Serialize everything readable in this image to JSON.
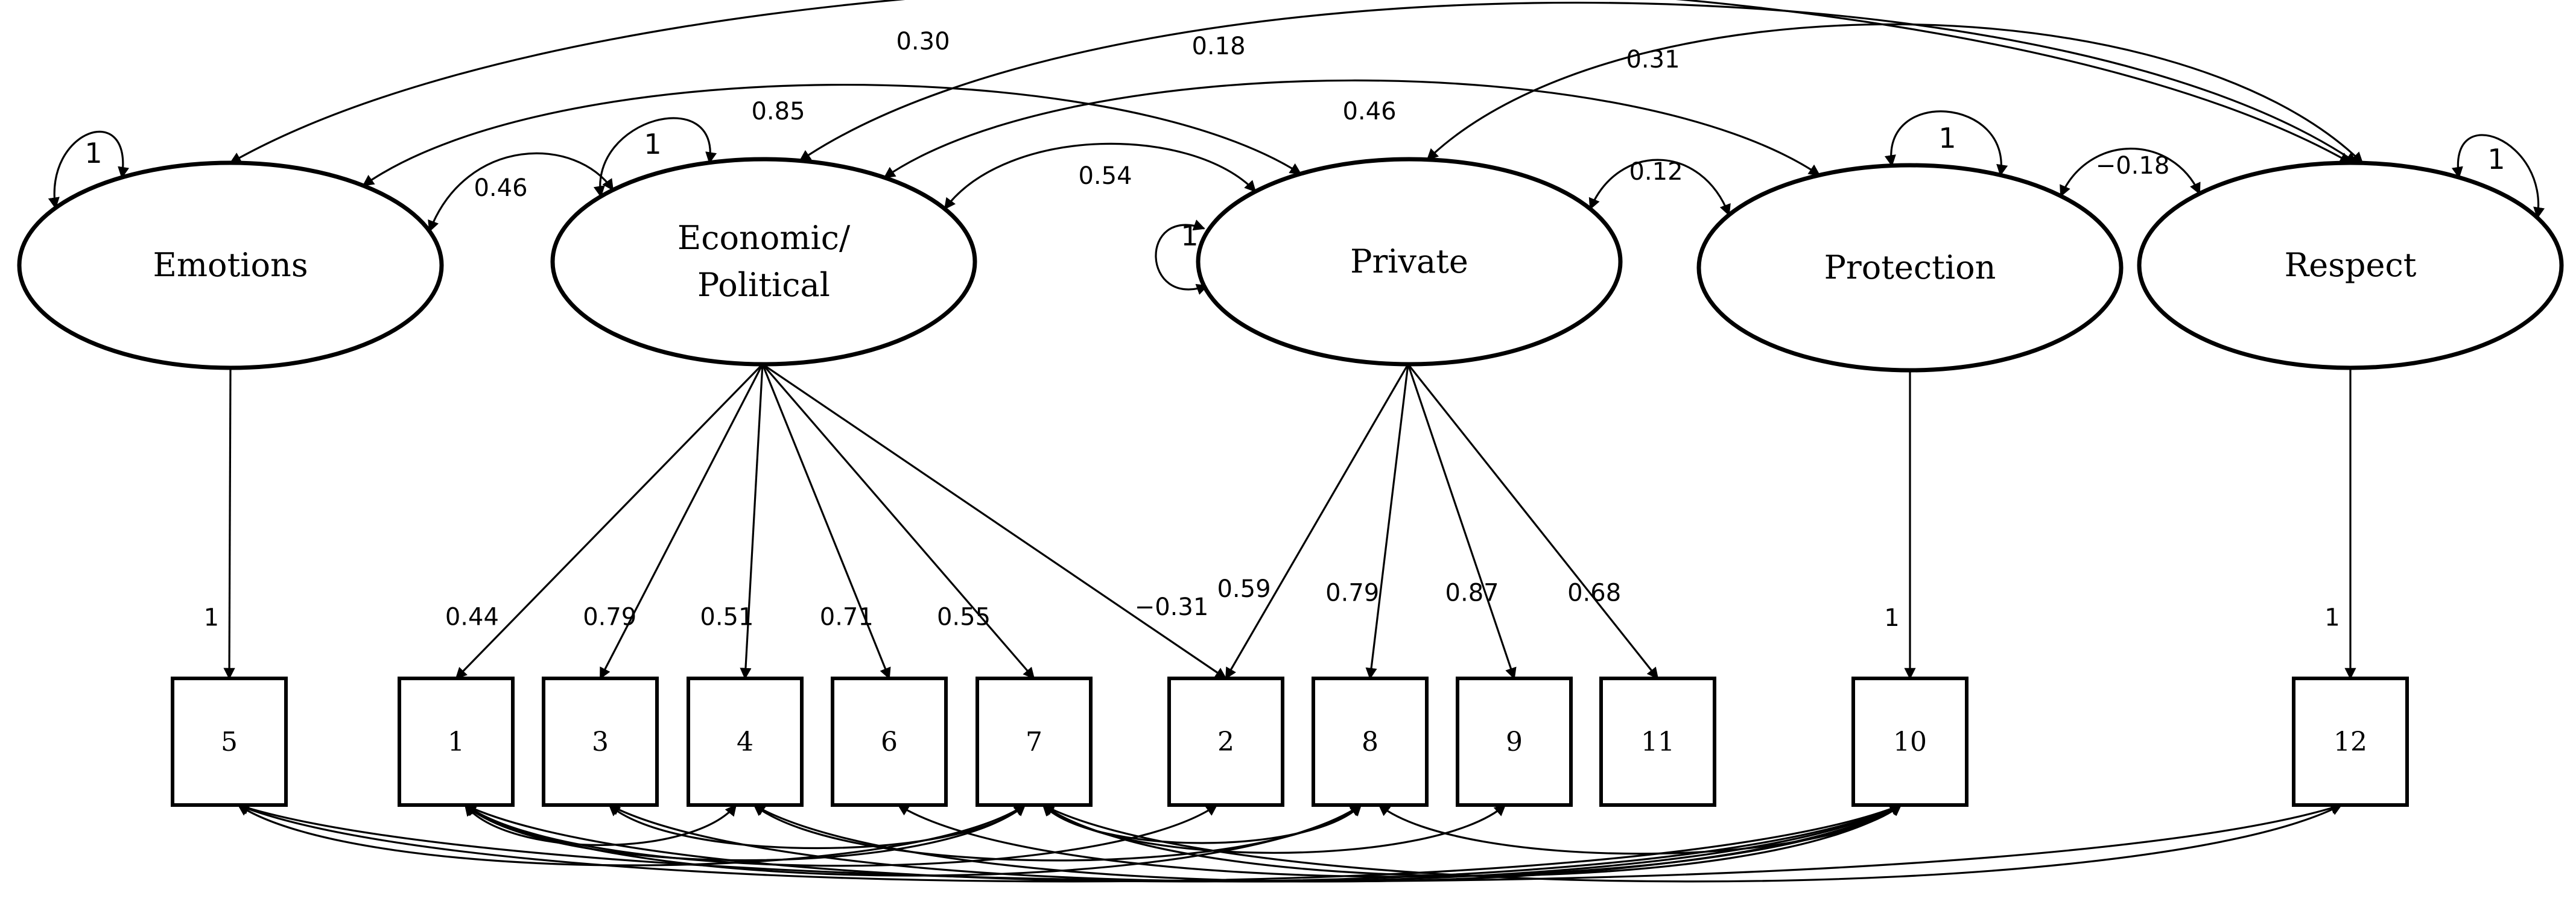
{
  "latents": [
    {
      "id": "emotions",
      "label_lines": [
        "Emotions"
      ],
      "variance": "1"
    },
    {
      "id": "economic",
      "label_lines": [
        "Economic/",
        "Political"
      ],
      "variance": "1"
    },
    {
      "id": "private",
      "label_lines": [
        "Private"
      ],
      "variance": "1"
    },
    {
      "id": "protection",
      "label_lines": [
        "Protection"
      ],
      "variance": "1"
    },
    {
      "id": "respect",
      "label_lines": [
        "Respect"
      ],
      "variance": "1"
    }
  ],
  "indicators": [
    "5",
    "1",
    "3",
    "4",
    "6",
    "7",
    "2",
    "8",
    "9",
    "11",
    "10",
    "12"
  ],
  "loadings": [
    {
      "from": "emotions",
      "to": "5",
      "value": "1"
    },
    {
      "from": "economic",
      "to": "1",
      "value": "0.44"
    },
    {
      "from": "economic",
      "to": "3",
      "value": "0.79"
    },
    {
      "from": "economic",
      "to": "4",
      "value": "0.51"
    },
    {
      "from": "economic",
      "to": "6",
      "value": "0.71"
    },
    {
      "from": "economic",
      "to": "7",
      "value": "0.55"
    },
    {
      "from": "economic",
      "to": "2",
      "value": "−0.31"
    },
    {
      "from": "private",
      "to": "2",
      "value": "0.59"
    },
    {
      "from": "private",
      "to": "8",
      "value": "0.79"
    },
    {
      "from": "private",
      "to": "9",
      "value": "0.87"
    },
    {
      "from": "private",
      "to": "11",
      "value": "0.68"
    },
    {
      "from": "protection",
      "to": "10",
      "value": "1"
    },
    {
      "from": "respect",
      "to": "12",
      "value": "1"
    }
  ],
  "covariances": [
    {
      "a": "emotions",
      "b": "economic",
      "value": "0.46"
    },
    {
      "a": "economic",
      "b": "private",
      "value": "0.54"
    },
    {
      "a": "private",
      "b": "protection",
      "value": "0.12"
    },
    {
      "a": "protection",
      "b": "respect",
      "value": "−0.18"
    },
    {
      "a": "emotions",
      "b": "respect",
      "value": "0.30"
    },
    {
      "a": "economic",
      "b": "respect",
      "value": "0.18"
    },
    {
      "a": "private",
      "b": "respect",
      "value": "0.31"
    },
    {
      "a": "emotions",
      "b": "private",
      "value": "0.85"
    },
    {
      "a": "economic",
      "b": "protection",
      "value": "0.46"
    }
  ],
  "residual_covariances": [
    [
      "5",
      "7"
    ],
    [
      "5",
      "10"
    ],
    [
      "5",
      "12"
    ],
    [
      "1",
      "7"
    ],
    [
      "1",
      "10"
    ],
    [
      "1",
      "2"
    ],
    [
      "1",
      "8"
    ],
    [
      "1",
      "4"
    ],
    [
      "3",
      "10"
    ],
    [
      "3",
      "7"
    ],
    [
      "4",
      "8"
    ],
    [
      "4",
      "10"
    ],
    [
      "6",
      "10"
    ],
    [
      "7",
      "8"
    ],
    [
      "7",
      "9"
    ],
    [
      "7",
      "10"
    ],
    [
      "7",
      "12"
    ],
    [
      "8",
      "10"
    ]
  ]
}
